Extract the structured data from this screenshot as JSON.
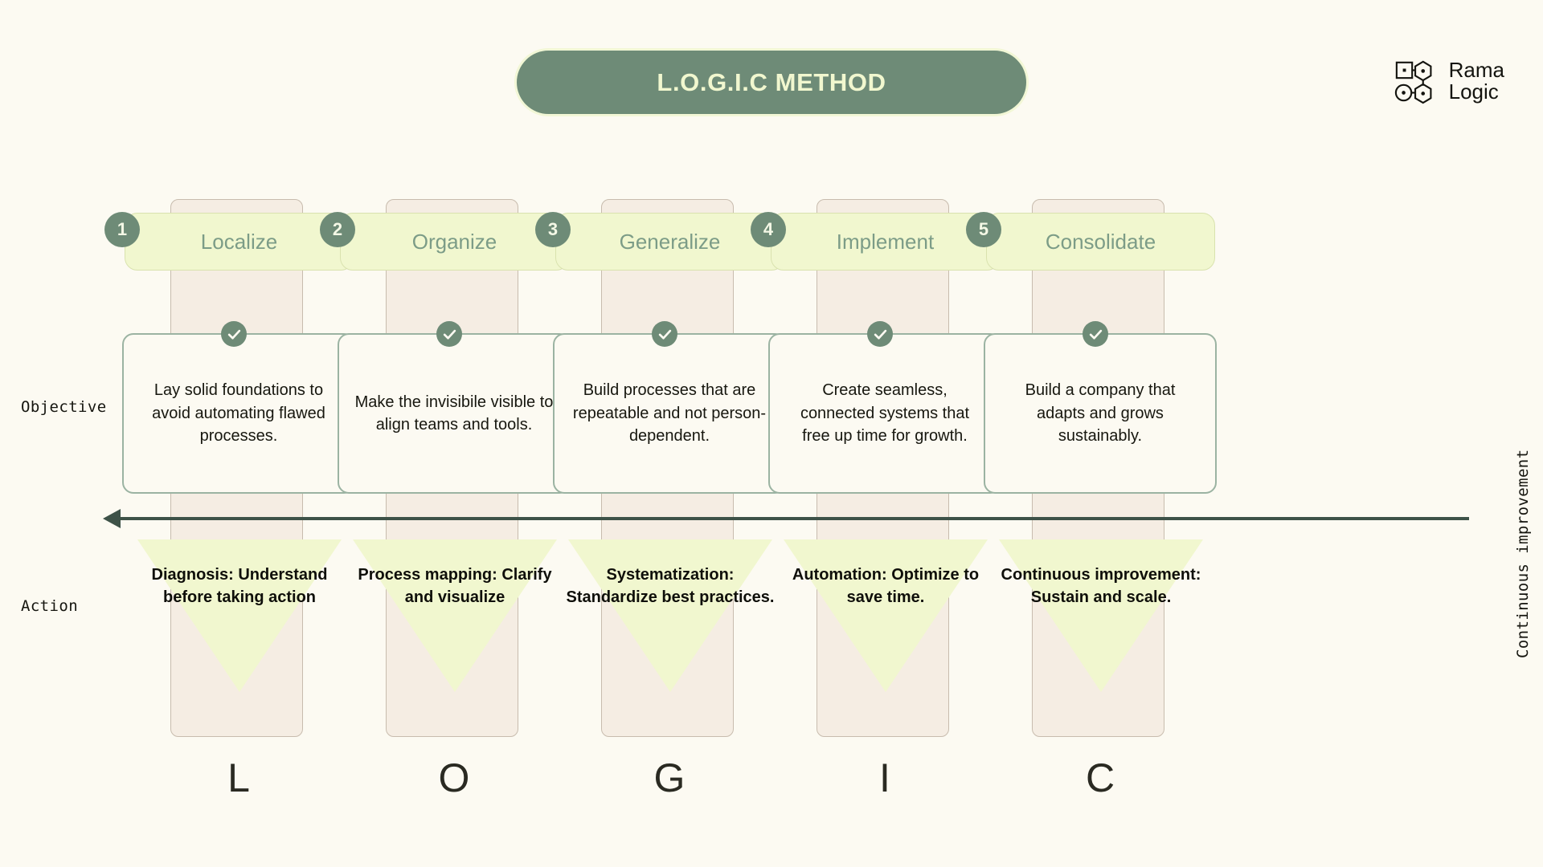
{
  "header": {
    "title": "L.O.G.I.C METHOD",
    "brand_line1": "Rama",
    "brand_line2": "Logic"
  },
  "row_labels": {
    "objective": "Objective",
    "action": "Action",
    "continuous": "Continuous improvement"
  },
  "colors": {
    "background": "#FCFAF2",
    "accent_green": "#6E8B77",
    "accent_lime": "#F1F7CF",
    "band_beige": "#F5EDE3",
    "arrow": "#3E5248",
    "stage_label": "#7C9C87"
  },
  "columns": [
    {
      "number": "1",
      "stage": "Localize",
      "letter": "L",
      "objective": "Lay solid foundations to avoid automating flawed processes.",
      "action": "Diagnosis: Understand before taking action"
    },
    {
      "number": "2",
      "stage": "Organize",
      "letter": "O",
      "objective": "Make the invisibile visible to align teams and tools.",
      "action": "Process mapping: Clarify and visualize"
    },
    {
      "number": "3",
      "stage": "Generalize",
      "letter": "G",
      "objective": "Build processes that are repeatable and not person-dependent.",
      "action": "Systematization: Standardize best practices."
    },
    {
      "number": "4",
      "stage": "Implement",
      "letter": "I",
      "objective": "Create seamless, connected systems that free up time for growth.",
      "action": "Automation: Optimize to save time."
    },
    {
      "number": "5",
      "stage": "Consolidate",
      "letter": "C",
      "objective": "Build a company that adapts and grows sustainably.",
      "action": "Continuous improvement: Sustain and scale."
    }
  ]
}
